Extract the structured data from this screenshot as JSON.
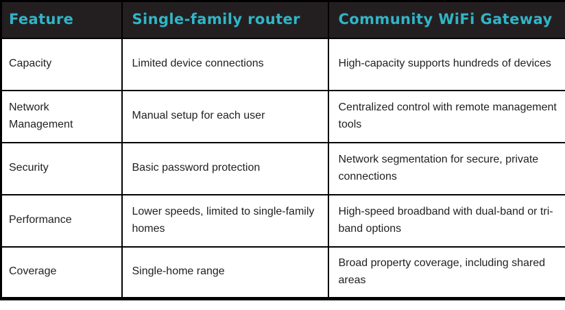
{
  "colors": {
    "header_background": "#231f20",
    "header_text": "#30b5c7",
    "border": "#000000",
    "cell_background": "#ffffff",
    "body_text": "#212121"
  },
  "table": {
    "columns": [
      {
        "label": "Feature"
      },
      {
        "label": "Single-family router"
      },
      {
        "label": "Community WiFi Gateway"
      }
    ],
    "rows": [
      {
        "feature": "Capacity",
        "router": "Limited device connections",
        "gateway": "High-capacity supports hundreds of devices"
      },
      {
        "feature": "Network Management",
        "router": "Manual setup for each user",
        "gateway": "Centralized control with remote management tools"
      },
      {
        "feature": "Security",
        "router": "Basic password protection",
        "gateway": "Network segmentation for secure, private connections"
      },
      {
        "feature": "Performance",
        "router": "Lower speeds, limited to single-family homes",
        "gateway": "High-speed broadband with dual-band or tri-band options"
      },
      {
        "feature": "Coverage",
        "router": "Single-home range",
        "gateway": "Broad property coverage, including shared areas"
      }
    ]
  }
}
